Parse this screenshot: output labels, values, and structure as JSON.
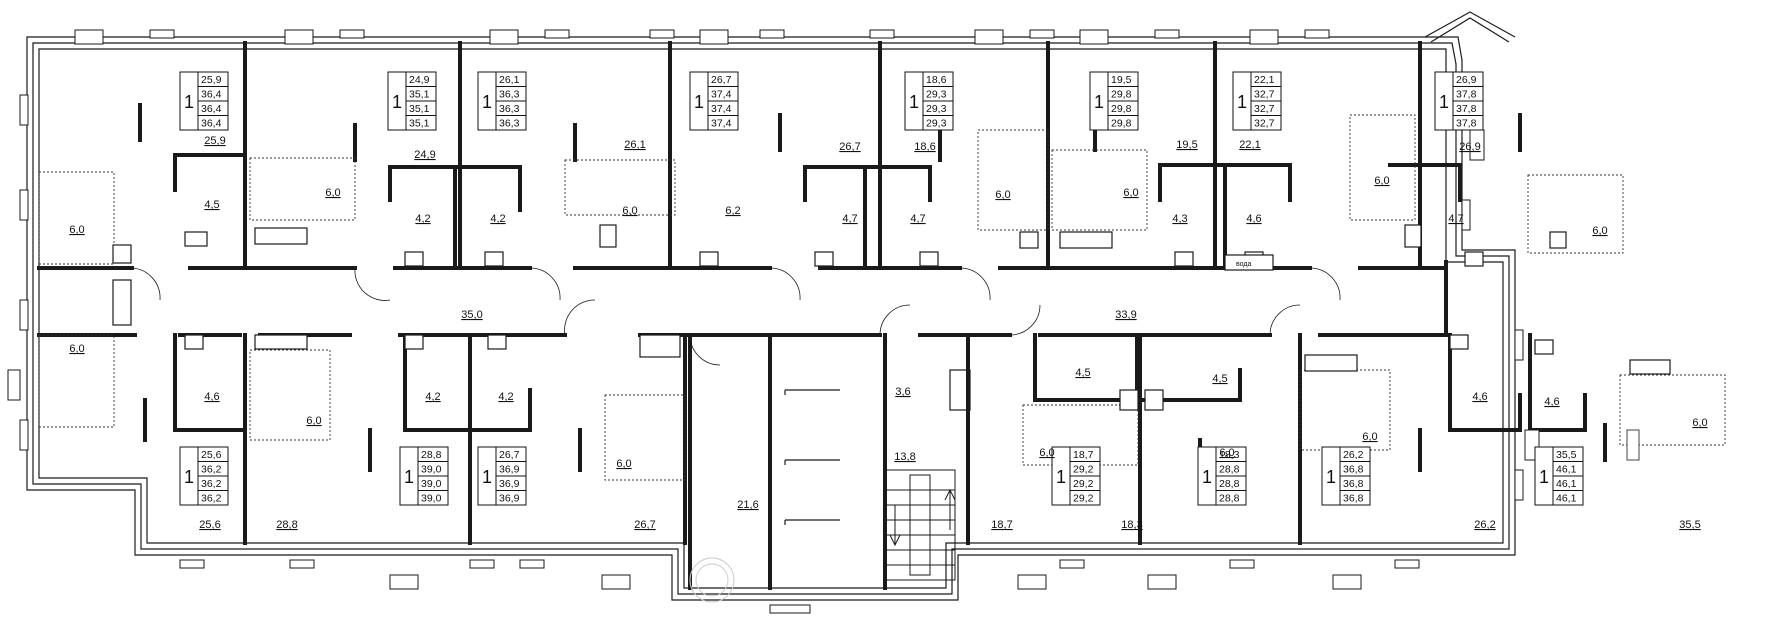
{
  "apartments_top": [
    {
      "rooms": "1",
      "areas": [
        "25,9",
        "36,4",
        "36,4",
        "36,4"
      ]
    },
    {
      "rooms": "1",
      "areas": [
        "24,9",
        "35,1",
        "35,1",
        "35,1"
      ]
    },
    {
      "rooms": "1",
      "areas": [
        "26,1",
        "36,3",
        "36,3",
        "36,3"
      ]
    },
    {
      "rooms": "1",
      "areas": [
        "26,7",
        "37,4",
        "37,4",
        "37,4"
      ]
    },
    {
      "rooms": "1",
      "areas": [
        "18,6",
        "29,3",
        "29,3",
        "29,3"
      ]
    },
    {
      "rooms": "1",
      "areas": [
        "19,5",
        "29,8",
        "29,8",
        "29,8"
      ]
    },
    {
      "rooms": "1",
      "areas": [
        "22,1",
        "32,7",
        "32,7",
        "32,7"
      ]
    },
    {
      "rooms": "1",
      "areas": [
        "26,9",
        "37,8",
        "37,8",
        "37,8"
      ]
    }
  ],
  "apartments_bottom": [
    {
      "rooms": "1",
      "areas": [
        "25,6",
        "36,2",
        "36,2",
        "36,2"
      ]
    },
    {
      "rooms": "1",
      "areas": [
        "28,8",
        "39,0",
        "39,0",
        "39,0"
      ]
    },
    {
      "rooms": "1",
      "areas": [
        "26,7",
        "36,9",
        "36,9",
        "36,9"
      ]
    },
    {
      "rooms": "1",
      "areas": [
        "18,7",
        "29,2",
        "29,2",
        "29,2"
      ]
    },
    {
      "rooms": "1",
      "areas": [
        "18,3",
        "28,8",
        "28,8",
        "28,8"
      ]
    },
    {
      "rooms": "1",
      "areas": [
        "26,2",
        "36,8",
        "36,8",
        "36,8"
      ]
    },
    {
      "rooms": "1",
      "areas": [
        "35,5",
        "46,1",
        "46,1",
        "46,1"
      ]
    }
  ],
  "living_rooms_top": [
    "25,9",
    "24,9",
    "26,1",
    "26,7",
    "18,6",
    "19,5",
    "22,1",
    "26,9"
  ],
  "living_rooms_bottom": [
    "25,6",
    "28,8",
    "26,7",
    "18,7",
    "18,3",
    "26,2",
    "35,5"
  ],
  "kitchens_top": [
    "6,0",
    "6,0",
    "6,0",
    "6,0",
    "6,0",
    "6,0",
    "6,0",
    "6,2"
  ],
  "kitchens_bottom": [
    "6,0",
    "6,0",
    "6,0",
    "6,0",
    "6,0",
    "6,0",
    "6,0"
  ],
  "bathrooms_top": [
    "4,5",
    "4,2",
    "4,2",
    "4,7",
    "4,7",
    "4,3",
    "4,6",
    "4,7"
  ],
  "bathrooms_bottom": [
    "4,6",
    "4,2",
    "4,2",
    "4,5",
    "4,5",
    "4,6",
    "4,6"
  ],
  "corridor_labels": [
    "35,0",
    "33,9"
  ],
  "common_labels": [
    "21,6",
    "3,6",
    "13,8"
  ],
  "water_label": "вода"
}
